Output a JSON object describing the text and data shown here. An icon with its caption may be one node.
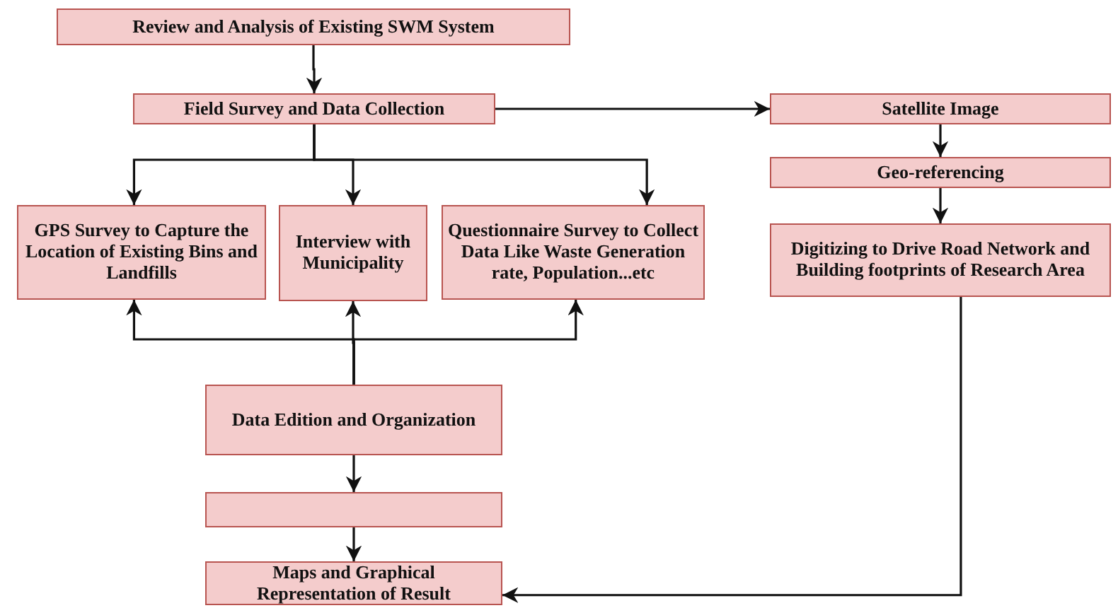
{
  "diagram": {
    "nodes": [
      {
        "text": [
          "Review and Analysis of Existing SWM System"
        ]
      },
      {
        "text": [
          "Field Survey and Data Collection"
        ]
      },
      {
        "text": [
          "GPS Survey to Capture the Location of Existing Bins and Landfills"
        ]
      },
      {
        "text": [
          "Interview with Municipality"
        ]
      },
      {
        "text": [
          "Questionnaire Survey to Collect Data Like Waste Generation rate, Population...etc"
        ]
      },
      {
        "text": [
          "Satellite Image"
        ]
      },
      {
        "text": [
          "Geo-referencing"
        ]
      },
      {
        "text": [
          "Digitizing to Drive Road Network and Building footprints of Research Area"
        ]
      },
      {
        "text": [
          "Data Edition and Organization"
        ]
      },
      {
        "text": [],
        "shape": "box"
      },
      {
        "text": [
          "Maps and Graphical Representation of Result"
        ]
      }
    ],
    "edges": [
      {
        "from": 0,
        "to": 1,
        "arrow": "to"
      },
      {
        "from": 1,
        "to": 2,
        "arrow": "to"
      },
      {
        "from": 1,
        "to": 3,
        "arrow": "to"
      },
      {
        "from": 1,
        "to": 4,
        "arrow": "to"
      },
      {
        "from": 1,
        "to": 5,
        "arrow": "to"
      },
      {
        "from": 5,
        "to": 6,
        "arrow": "to"
      },
      {
        "from": 6,
        "to": 7,
        "arrow": "to"
      },
      {
        "from": 8,
        "to": 2,
        "arrow": "to"
      },
      {
        "from": 8,
        "to": 3,
        "arrow": "to"
      },
      {
        "from": 8,
        "to": 4,
        "arrow": "to"
      },
      {
        "from": 8,
        "to": 9,
        "arrow": "to"
      },
      {
        "from": 9,
        "to": 10,
        "arrow": "to"
      },
      {
        "from": 7,
        "to": 10,
        "arrow": "to"
      }
    ]
  }
}
